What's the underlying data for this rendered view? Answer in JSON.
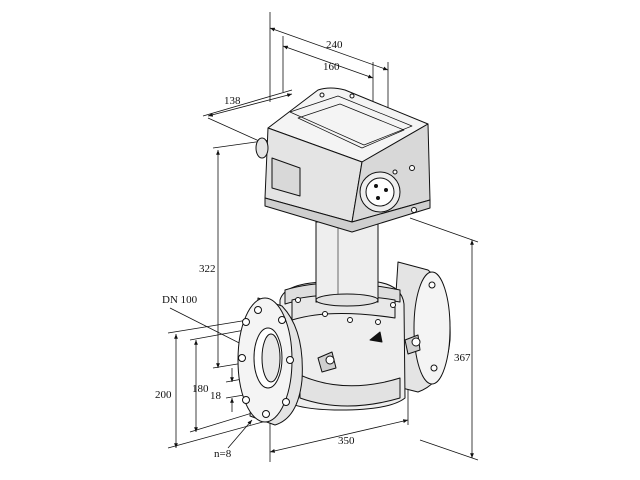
{
  "colors": {
    "line": "#111111",
    "face_light": "#f4f4f4",
    "face_mid": "#e4e4e4",
    "face_dark": "#cfcfcf",
    "panel": "#d8d8d8",
    "background": "#ffffff"
  },
  "dimensions": {
    "actuator_total_depth": "240",
    "connector_offset": "160",
    "actuator_width": "138",
    "actuator_height_above_axis": "322",
    "overall_height": "367",
    "face_to_face": "350",
    "flange_outer_diameter": "200",
    "bolt_circle_diameter": "180",
    "bolt_hole_diameter": "18",
    "bolt_count": "n=8",
    "nominal_size": "DN 100"
  }
}
